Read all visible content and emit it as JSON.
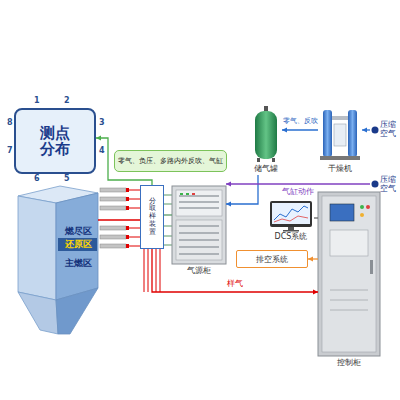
{
  "diagram": {
    "nodes": [
      {
        "text": [
          "测点分布"
        ]
      },
      {
        "text": [
          "燃尽区",
          "还原区",
          "主燃区"
        ]
      },
      {
        "text": [
          "零气、负压、多路内外反吹、气缸"
        ]
      },
      {
        "text": [
          "分取样装置"
        ]
      },
      {
        "text": [
          "气源柜"
        ]
      },
      {
        "text": [
          "储气罐"
        ]
      },
      {
        "text": [
          "干燥机"
        ]
      },
      {
        "text": [
          "压缩空气"
        ]
      },
      {
        "text": [
          "压缩空气"
        ]
      },
      {
        "text": [
          "DCS系统"
        ]
      },
      {
        "text": [
          "排空系统"
        ]
      },
      {
        "text": [
          "控制柜"
        ]
      }
    ],
    "edges": [
      {
        "from": 3,
        "to": 0,
        "arrow": "to"
      },
      {
        "from": 4,
        "to": 3,
        "arrow": "none"
      },
      {
        "from": 6,
        "to": 5,
        "label": "零气、反吹",
        "arrow": "to"
      },
      {
        "from": 7,
        "to": 6,
        "arrow": "to"
      },
      {
        "from": 5,
        "to": 4,
        "arrow": "to"
      },
      {
        "from": 8,
        "to": 4,
        "label": "气缸动作",
        "arrow": "to"
      },
      {
        "from": 11,
        "to": 9,
        "arrow": "none"
      },
      {
        "from": 3,
        "to": 11,
        "label": "样气",
        "arrow": "to"
      },
      {
        "from": 11,
        "to": 10,
        "arrow": "to"
      },
      {
        "from": 1,
        "to": 3,
        "arrow": "none"
      }
    ],
    "labels": [
      "1",
      "2",
      "3",
      "4",
      "5",
      "6",
      "7",
      "8"
    ]
  }
}
